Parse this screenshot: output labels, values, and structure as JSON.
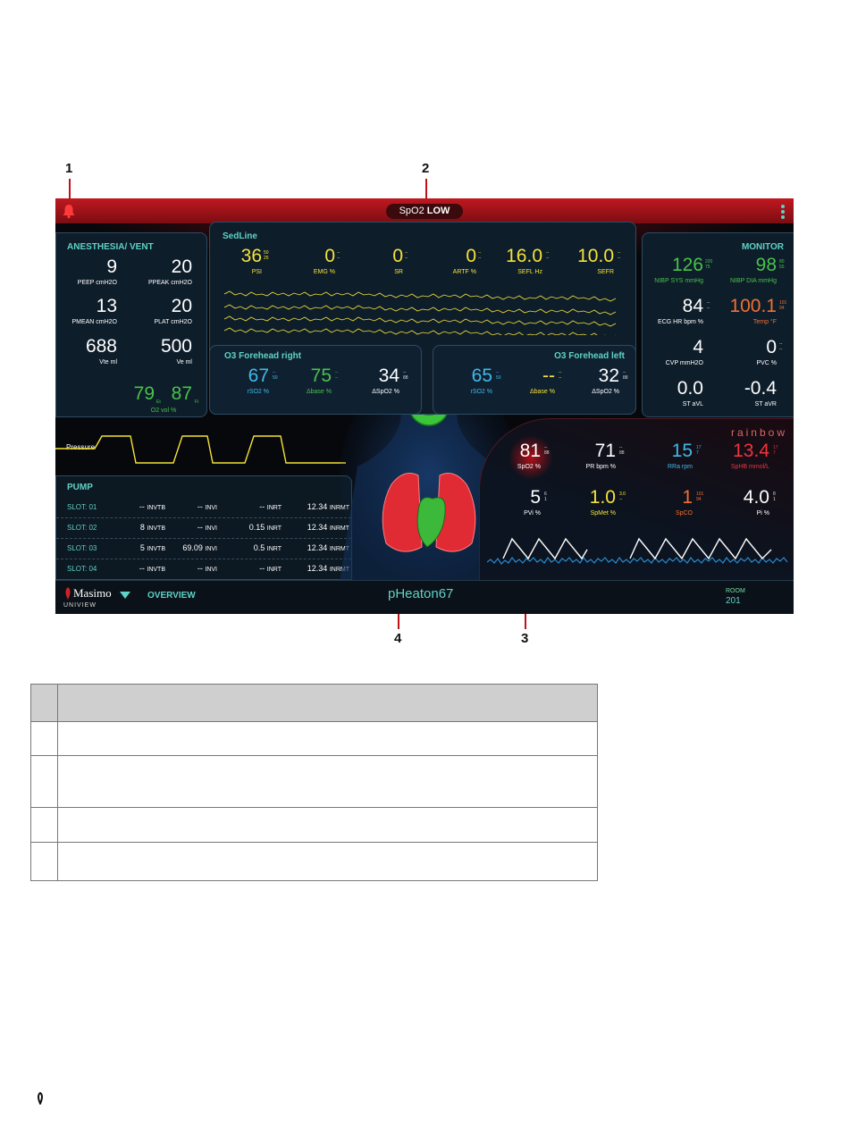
{
  "callouts": [
    "1",
    "2",
    "3",
    "4"
  ],
  "alarm": {
    "text": "SpO2",
    "level": "LOW"
  },
  "anesthesia": {
    "title": "ANESTHESIA/ VENT",
    "items": [
      {
        "value": "9",
        "label": "PEEP cmH2O"
      },
      {
        "value": "20",
        "label": "PPEAK cmH2O"
      },
      {
        "value": "13",
        "label": "PMEAN cmH2O"
      },
      {
        "value": "20",
        "label": "PLAT cmH2O"
      },
      {
        "value": "688",
        "label": "Vte ml"
      },
      {
        "value": "500",
        "label": "Ve ml"
      }
    ],
    "o2": {
      "et": "79",
      "et_sub": "Et",
      "fi": "87",
      "fi_sub": "Fi",
      "label": "O2 vol %"
    },
    "pressure_label": "Pressure"
  },
  "sedline": {
    "title": "SedLine",
    "items": [
      {
        "value": "36",
        "label": "PSI",
        "hi": "50",
        "lo": "25"
      },
      {
        "value": "0",
        "label": "EMG %",
        "hi": "--",
        "lo": "--"
      },
      {
        "value": "0",
        "label": "SR",
        "hi": "--",
        "lo": "--"
      },
      {
        "value": "0",
        "label": "ARTF %",
        "hi": "--",
        "lo": "--"
      },
      {
        "value": "16.0",
        "label": "SEFL Hz",
        "hi": "--",
        "lo": "--"
      },
      {
        "value": "10.0",
        "label": "SEFR",
        "hi": "--",
        "lo": "--"
      }
    ]
  },
  "o3_right": {
    "title": "O3 Forehead right",
    "items": [
      {
        "value": "67",
        "label": "rSO2 %",
        "hi": "--",
        "lo": "50",
        "color": "cyan"
      },
      {
        "value": "75",
        "label": "Δbase %",
        "hi": "--",
        "lo": "--",
        "color": "green"
      },
      {
        "value": "34",
        "label": "ΔSpO2 %",
        "hi": "--",
        "lo": "88",
        "color": "white"
      }
    ]
  },
  "o3_left": {
    "title": "O3 Forehead left",
    "items": [
      {
        "value": "65",
        "label": "rSO2 %",
        "hi": "--",
        "lo": "50",
        "color": "cyan"
      },
      {
        "value": "--",
        "label": "Δbase %",
        "hi": "--",
        "lo": "--",
        "color": "yellow"
      },
      {
        "value": "32",
        "label": "ΔSpO2 %",
        "hi": "--",
        "lo": "88",
        "color": "white"
      }
    ]
  },
  "monitor": {
    "title": "MONITOR",
    "items": [
      {
        "value": "126",
        "label": "NIBP SYS mmHg",
        "hi": "220",
        "lo": "75",
        "color": "green"
      },
      {
        "value": "98",
        "label": "NIBP DIA mmHg",
        "hi": "80",
        "lo": "55",
        "color": "green"
      },
      {
        "value": "84",
        "label": "ECG HR bpm %",
        "hi": "--",
        "lo": "--",
        "color": "white"
      },
      {
        "value": "100.1",
        "label": "Temp °F",
        "hi": "101",
        "lo": "94",
        "color": "orange"
      },
      {
        "value": "4",
        "label": "CVP mmH2O",
        "hi": "",
        "lo": "",
        "color": "white"
      },
      {
        "value": "0",
        "label": "PVC %",
        "hi": "--",
        "lo": "--",
        "color": "white"
      },
      {
        "value": "0.0",
        "label": "ST aVL",
        "hi": "",
        "lo": "",
        "color": "white"
      },
      {
        "value": "-0.4",
        "label": "ST aVR",
        "hi": "",
        "lo": "",
        "color": "white"
      }
    ]
  },
  "rainbow": {
    "brand": "rainbow",
    "items": [
      {
        "value": "81",
        "label": "SpO2 %",
        "hi": "--",
        "lo": "88",
        "color": "white"
      },
      {
        "value": "71",
        "label": "PR bpm %",
        "hi": "--",
        "lo": "88",
        "color": "white"
      },
      {
        "value": "15",
        "label": "RRa rpm",
        "hi": "17",
        "lo": "7",
        "color": "cyan"
      },
      {
        "value": "13.4",
        "label": "SpHB mmol/L",
        "hi": "17",
        "lo": "7",
        "color": "red"
      },
      {
        "value": "5",
        "label": "PVi %",
        "hi": "6",
        "lo": "1",
        "color": "white"
      },
      {
        "value": "1.0",
        "label": "SpMet %",
        "hi": "3.0",
        "lo": "--",
        "color": "yellow"
      },
      {
        "value": "1",
        "label": "SpCO",
        "hi": "101",
        "lo": "94",
        "color": "orange"
      },
      {
        "value": "4.0",
        "label": "Pi %",
        "hi": "8",
        "lo": "1",
        "color": "white"
      }
    ]
  },
  "pump": {
    "title": "PUMP",
    "rows": [
      {
        "slot": "SLOT: 01",
        "invtb": "--",
        "invi": "--",
        "inrt": "--",
        "inrmt": "12.34"
      },
      {
        "slot": "SLOT: 02",
        "invtb": "8",
        "invi": "--",
        "inrt": "0.15",
        "inrmt": "12.34"
      },
      {
        "slot": "SLOT: 03",
        "invtb": "5",
        "invi": "69.09",
        "inrt": "0.5",
        "inrmt": "12.34"
      },
      {
        "slot": "SLOT: 04",
        "invtb": "--",
        "invi": "--",
        "inrt": "--",
        "inrmt": "12.34"
      }
    ],
    "units": {
      "invtb": "INVTB",
      "invi": "INVI",
      "inrt": "INRT",
      "inrmt": "INRMT"
    }
  },
  "footer": {
    "brand": "Masimo",
    "brand_sub": "UNIVIEW",
    "view": "OVERVIEW",
    "patient": "pHeaton67",
    "room_label": "ROOM",
    "room": "201"
  },
  "colors": {
    "alarm_red": "#c01820",
    "teal": "#5fd2c6",
    "yellow": "#f5e23a",
    "green": "#48c24a",
    "cyan": "#42b8e8",
    "orange": "#f07034"
  }
}
